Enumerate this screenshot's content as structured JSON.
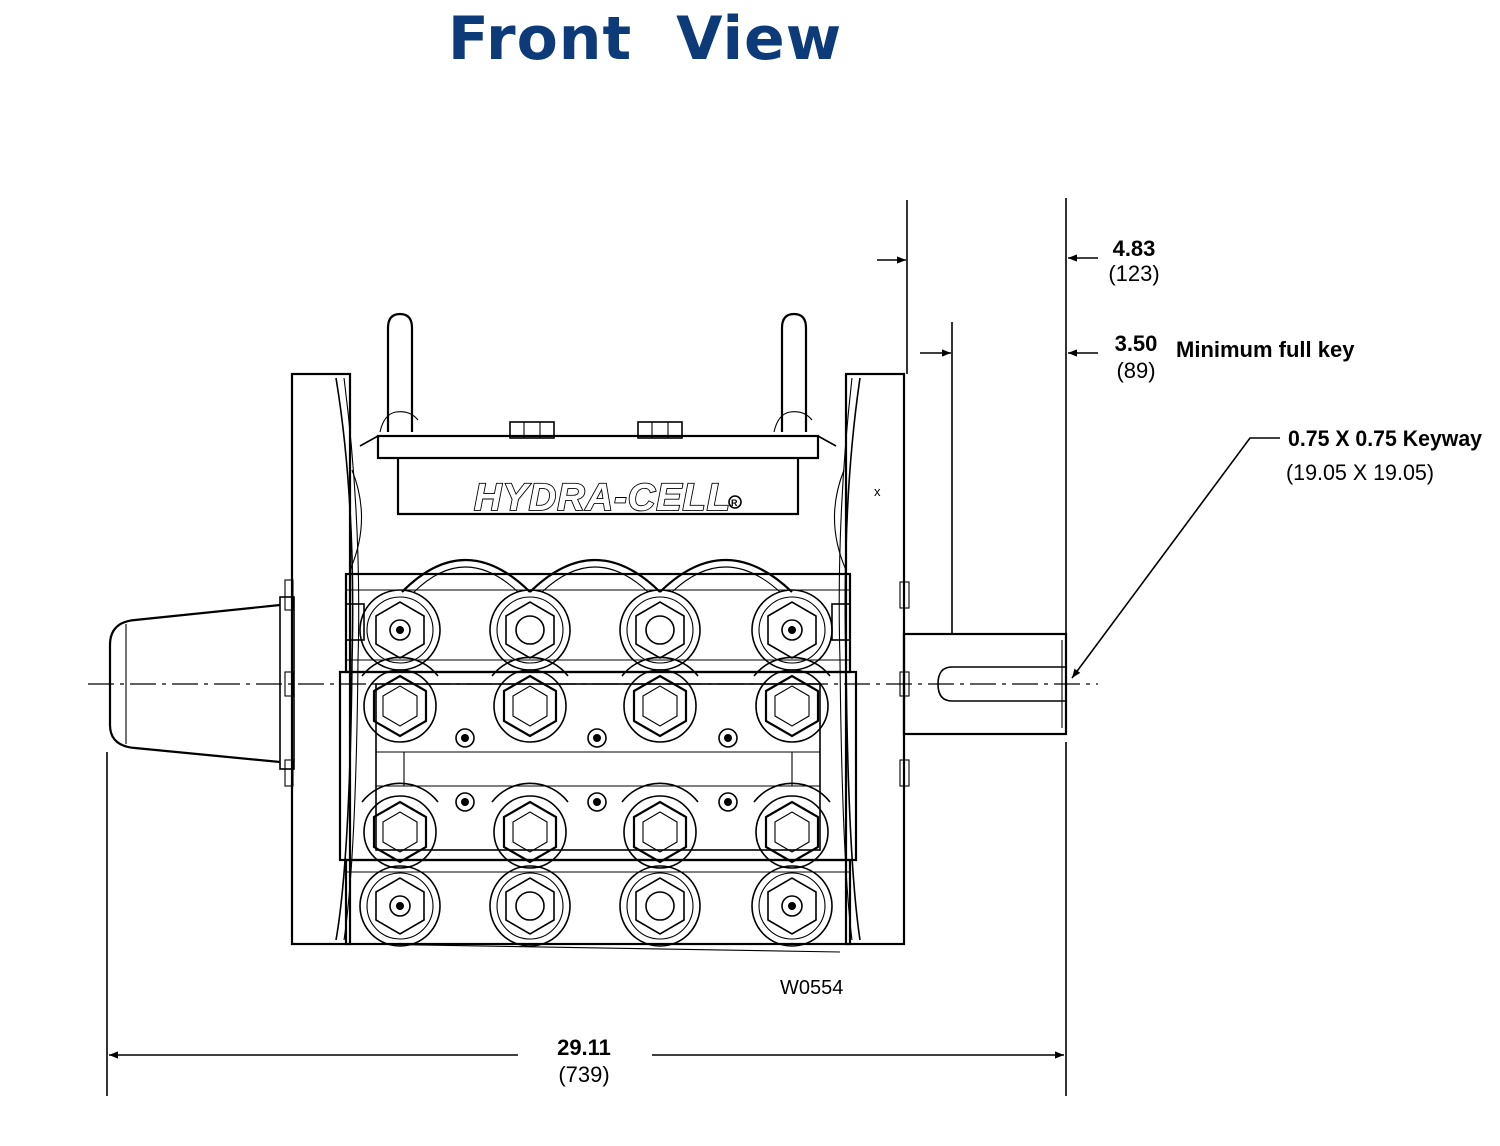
{
  "title": "Front View",
  "logo_text": "HYDRA-CELL",
  "drawing_number": "W0554",
  "dimensions": {
    "overall_width": {
      "value": "29.11",
      "metric": "(739)"
    },
    "shaft_extension": {
      "value": "4.83",
      "metric": "(123)"
    },
    "min_full_key": {
      "value": "3.50",
      "metric": "(89)",
      "label": "Minimum full key"
    },
    "keyway": {
      "label": "0.75 X 0.75 Keyway",
      "metric": "(19.05 X 19.05)"
    }
  },
  "colors": {
    "title": "#0d3a78",
    "line": "#000000"
  }
}
